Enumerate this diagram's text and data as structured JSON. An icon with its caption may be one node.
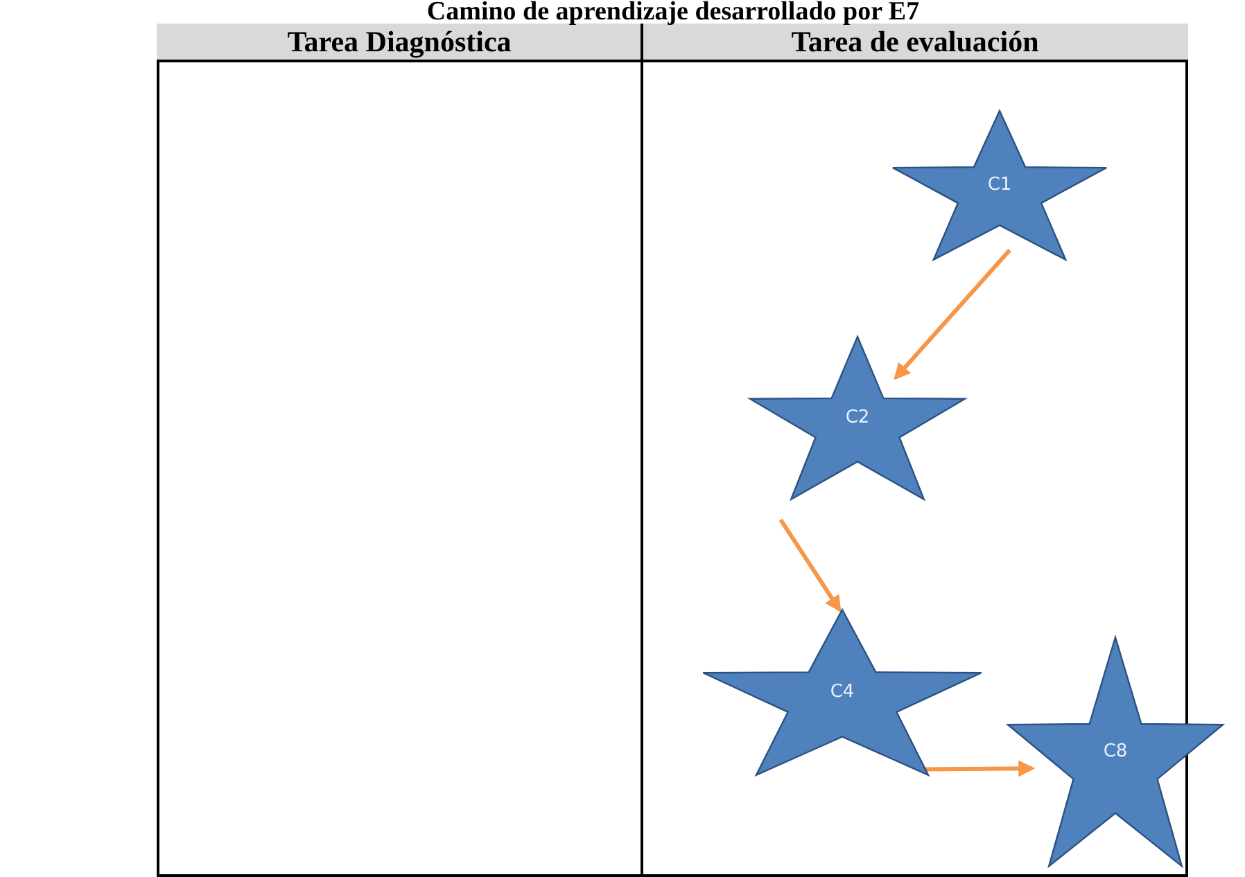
{
  "diagram": {
    "title": "Camino de aprendizaje desarrollado por E7",
    "nodes": [
      {
        "text": [
          "C1"
        ]
      },
      {
        "text": [
          "C2"
        ]
      },
      {
        "text": [
          "C4"
        ]
      },
      {
        "text": [
          "C8"
        ]
      }
    ],
    "edges": [
      {
        "from": 0,
        "to": 1,
        "arrow": "to"
      },
      {
        "from": 1,
        "to": 2,
        "arrow": "to"
      },
      {
        "from": 2,
        "to": 3,
        "arrow": "to"
      }
    ],
    "labels": [
      "Tarea Diagnóstica",
      "Tarea de evaluación"
    ]
  }
}
